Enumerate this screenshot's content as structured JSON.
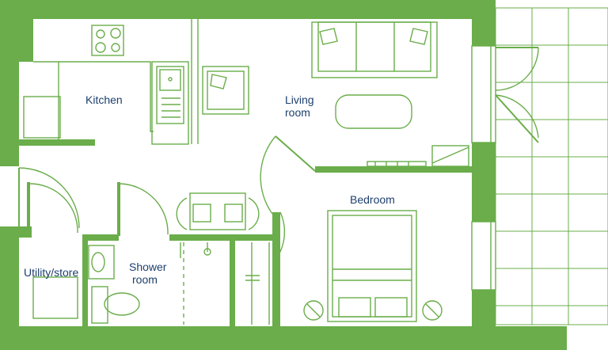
{
  "plan": {
    "rooms": {
      "kitchen": "Kitchen",
      "living_line1": "Living",
      "living_line2": "room",
      "bedroom": "Bedroom",
      "shower_line1": "Shower",
      "shower_line2": "room",
      "utility": "Utility/store"
    }
  },
  "colors": {
    "wall": "#6aad4a",
    "text": "#1d3f6e",
    "background": "#ffffff"
  }
}
